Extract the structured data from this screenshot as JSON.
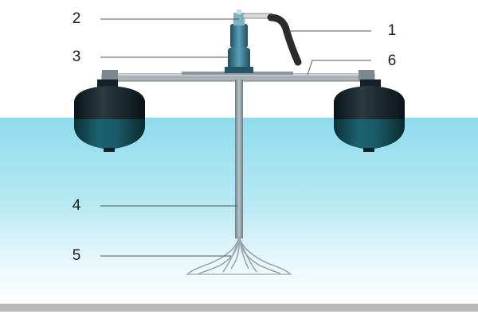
{
  "callouts": {
    "c1": "1",
    "c2": "2",
    "c3": "3",
    "c4": "4",
    "c5": "5",
    "c6": "6"
  },
  "colors": {
    "water_top": "#8fdcec",
    "water_bottom": "#ffffff",
    "float_tank": "#16535e",
    "float_tank_top": "#0f1f24",
    "frame": "#9aa6ad",
    "shaft": "#8a9aa3",
    "motor": "#3d7f95",
    "hose": "#2b2b2b",
    "leader_line": "#555555"
  },
  "icons": [
    "pump-motor-icon",
    "hose-icon",
    "float-tank-icon",
    "diffuser-icon"
  ]
}
